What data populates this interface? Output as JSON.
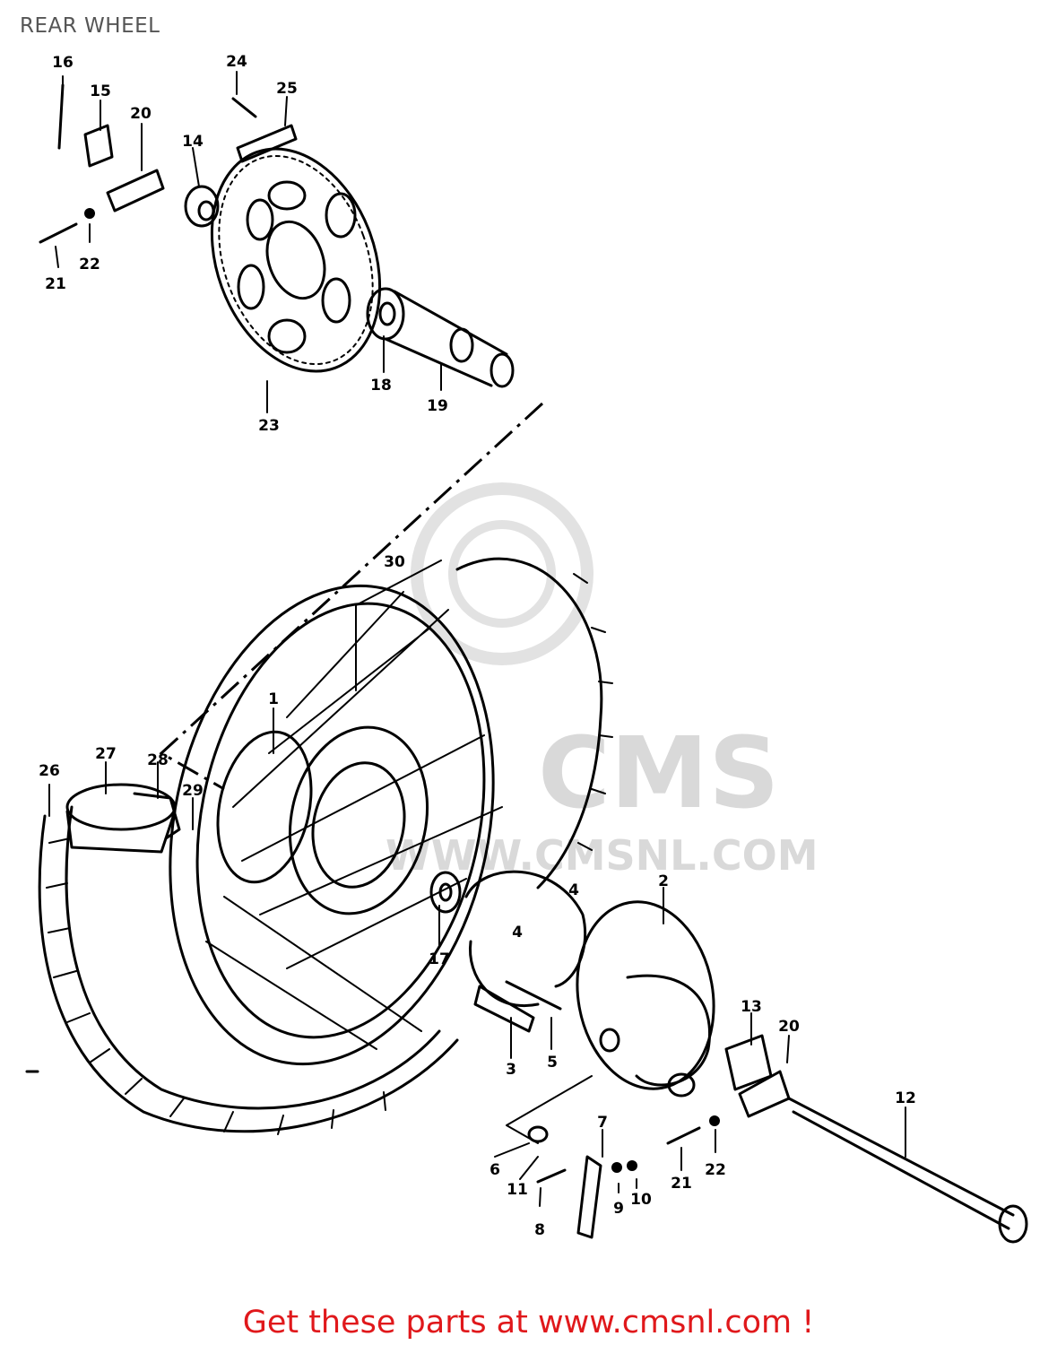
{
  "page": {
    "title": "REAR WHEEL",
    "footer_text": "Get these parts at www.cmsnl.com !"
  },
  "watermark": {
    "brand": "CMS",
    "url": "WWW.CMSNL.COM",
    "color": "#d9d9d9"
  },
  "colors": {
    "line": "#000000",
    "footer": "#e0181b",
    "title": "#555555"
  },
  "callouts": {
    "c1": "1",
    "c2": "2",
    "c3": "3",
    "c4a": "4",
    "c4b": "4",
    "c5": "5",
    "c6": "6",
    "c7": "7",
    "c8": "8",
    "c9": "9",
    "c10": "10",
    "c11": "11",
    "c12": "12",
    "c13": "13",
    "c14": "14",
    "c15": "15",
    "c16": "16",
    "c17": "17",
    "c18": "18",
    "c19": "19",
    "c20a": "20",
    "c20b": "20",
    "c21a": "21",
    "c21b": "21",
    "c22a": "22",
    "c22b": "22",
    "c23": "23",
    "c24": "24",
    "c25": "25",
    "c26": "26",
    "c27": "27",
    "c28": "28",
    "c29": "29",
    "c30": "30"
  }
}
